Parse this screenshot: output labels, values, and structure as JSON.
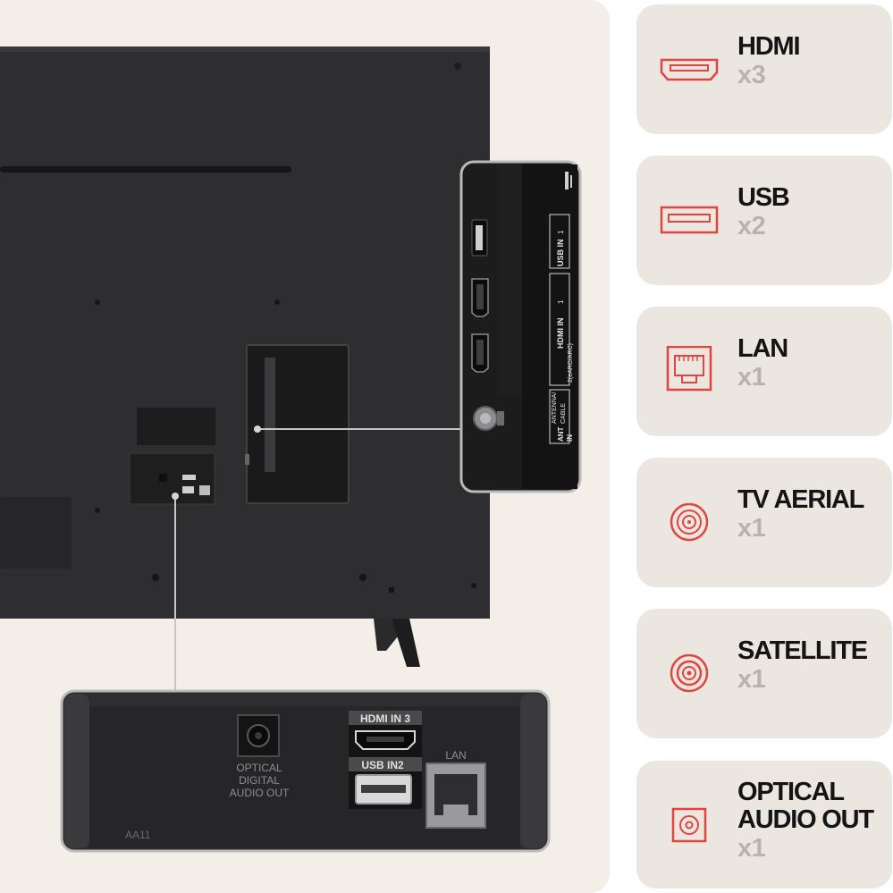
{
  "colors": {
    "accent": "#e0453f",
    "card_bg": "#ece6e0",
    "stage_bg": "#f3eee8",
    "tv_body": "#2e2e30",
    "label_gray": "#b7b3af"
  },
  "features": [
    {
      "name": "HDMI",
      "count": "x3",
      "icon": "hdmi-icon"
    },
    {
      "name": "USB",
      "count": "x2",
      "icon": "usb-icon"
    },
    {
      "name": "LAN",
      "count": "x1",
      "icon": "lan-icon"
    },
    {
      "name": "TV AERIAL",
      "count": "x1",
      "icon": "aerial-icon"
    },
    {
      "name": "SATELLITE",
      "count": "x1",
      "icon": "satellite-icon"
    },
    {
      "name": "OPTICAL\nAUDIO OUT",
      "count": "x1",
      "icon": "optical-icon"
    }
  ],
  "side_panel": {
    "usb_label": "USB IN",
    "usb_num": "1",
    "hdmi_label": "HDMI IN",
    "hdmi_num": "1",
    "hdmi_sub": "2(eARC/ARC)",
    "ant_label": "ANT",
    "ant_in": "IN",
    "antenna_label": "ANTENNA/",
    "cable_label": "CABLE"
  },
  "bottom_panel": {
    "optical_label_1": "OPTICAL",
    "optical_label_2": "DIGITAL",
    "optical_label_3": "AUDIO OUT",
    "hdmi3_label": "HDMI IN 3",
    "usb2_label": "USB IN2",
    "lan_label": "LAN",
    "code_label": "AA11"
  }
}
